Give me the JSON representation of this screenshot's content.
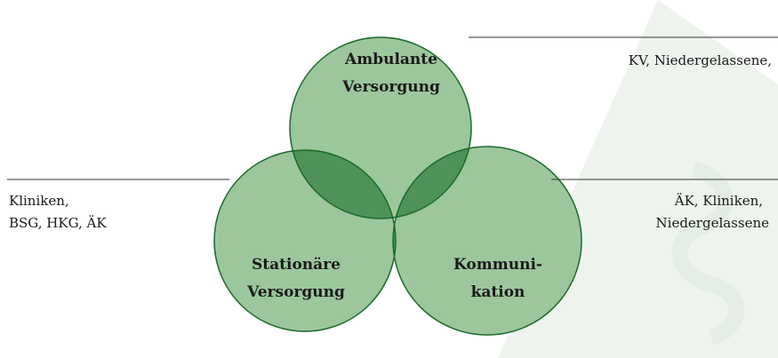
{
  "diagram": {
    "circles": {
      "top": {
        "line1": "Ambulante",
        "line2": "Versorgung"
      },
      "left": {
        "line1": "Stationäre",
        "line2": "Versorgung"
      },
      "right": {
        "line1": "Kommuni-",
        "line2": "kation"
      }
    },
    "annotations": {
      "top_right": {
        "line1": "KV, Niedergelassene,"
      },
      "left": {
        "line1": "Kliniken,",
        "line2": "BSG, HKG, ÄK"
      },
      "right": {
        "line1": "ÄK, Kliniken,",
        "line2": "Niedergelassene"
      }
    },
    "colors": {
      "circle_fill": "#9cc79c",
      "circle_stroke": "#1c6b2c",
      "pair_overlap": "#4e9258",
      "center_overlap": "#0d5a1e",
      "watermark": "#eef3ee",
      "line": "#333333"
    }
  }
}
